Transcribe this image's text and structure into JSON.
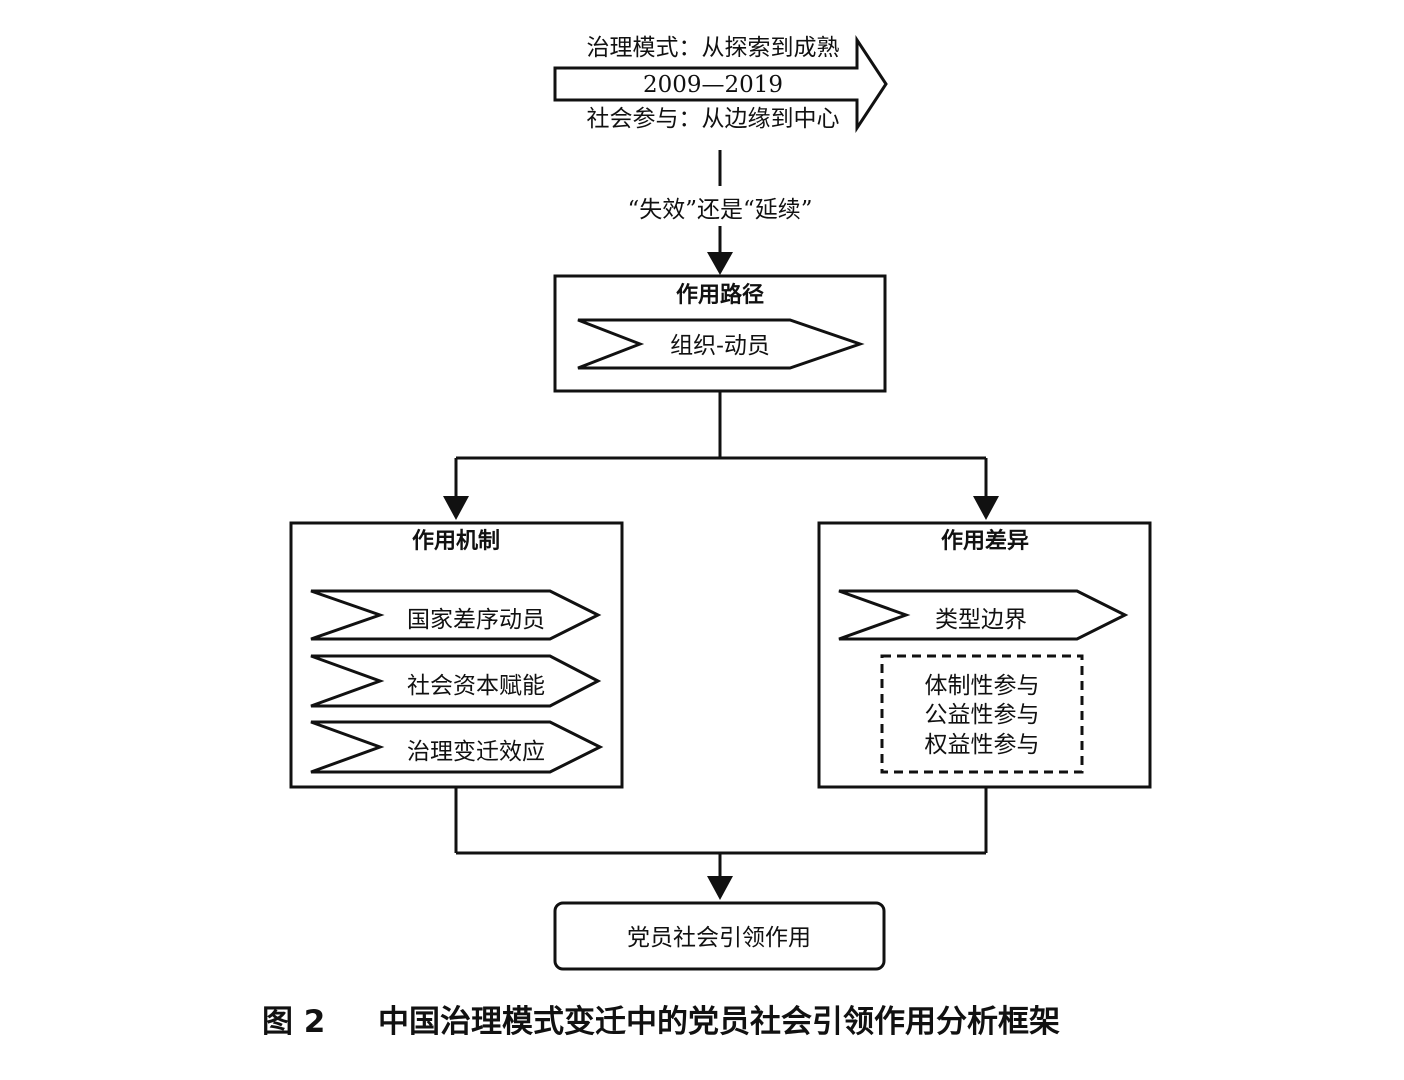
{
  "timeline": {
    "upper_label": "治理模式：从探索到成熟",
    "years": "2009—2019",
    "lower_label": "社会参与：从边缘到中心"
  },
  "question_label": "“失效”还是“延续”",
  "path_box": {
    "title": "作用路径",
    "item": "组织-动员"
  },
  "mechanism_box": {
    "title": "作用机制",
    "items": [
      "国家差序动员",
      "社会资本赋能",
      "治理变迁效应"
    ]
  },
  "difference_box": {
    "title": "作用差异",
    "item": "类型边界",
    "types": [
      "体制性参与",
      "公益性参与",
      "权益性参与"
    ]
  },
  "result_box": {
    "label": "党员社会引领作用"
  },
  "caption": {
    "number": "图 2",
    "title": "中国治理模式变迁中的党员社会引领作用分析框架"
  }
}
